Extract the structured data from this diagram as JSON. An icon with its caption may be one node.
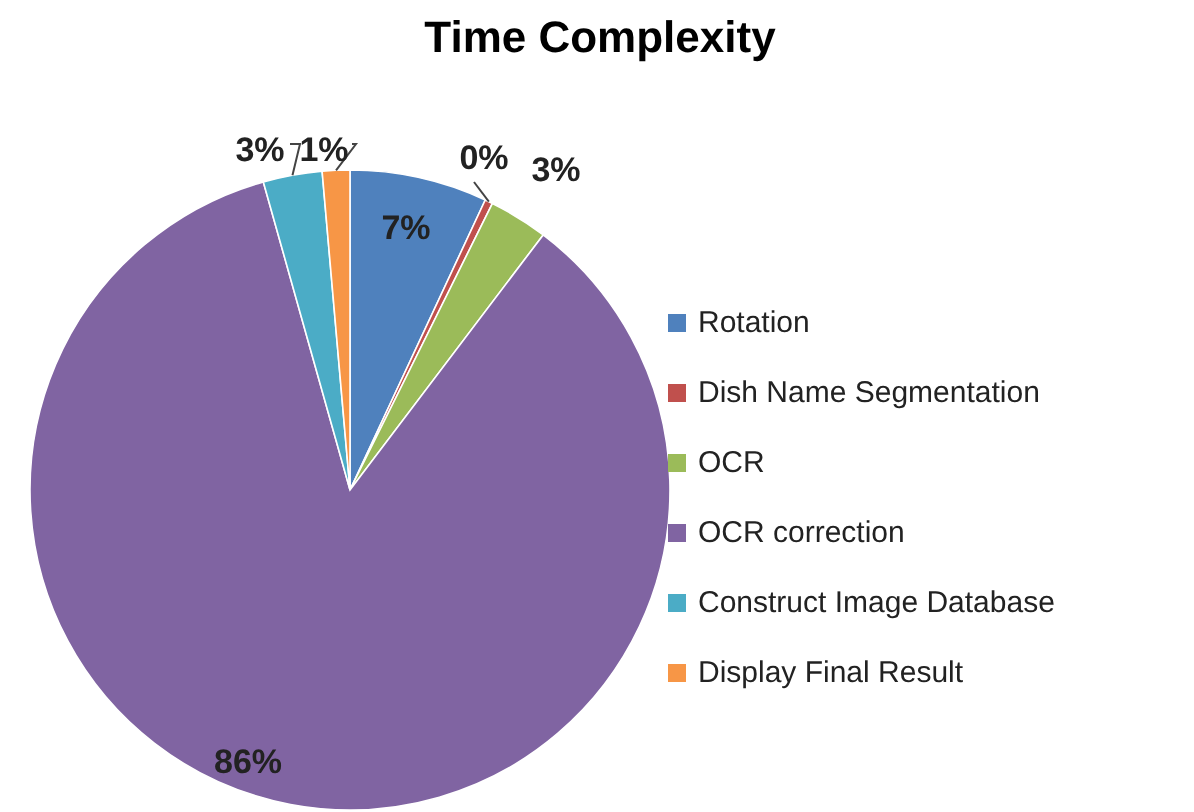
{
  "diagram": {
    "title": "Time Complexity",
    "chart_data": {
      "type": "pie",
      "categories": [
        "Rotation",
        "Dish Name Segmentation",
        "OCR",
        "OCR correction",
        "Construct Image Database",
        "Display Final Result"
      ],
      "series": [
        {
          "name": null,
          "values": [
            7,
            0.4,
            3,
            86,
            3,
            1.4
          ]
        }
      ],
      "colors": [
        "#4f81bd",
        "#c0504d",
        "#9bbb59",
        "#8064a2",
        "#4bacc6",
        "#f79646"
      ],
      "value_labels": [
        "7%",
        "0%",
        "3%",
        "86%",
        "3%",
        "1%"
      ]
    }
  }
}
